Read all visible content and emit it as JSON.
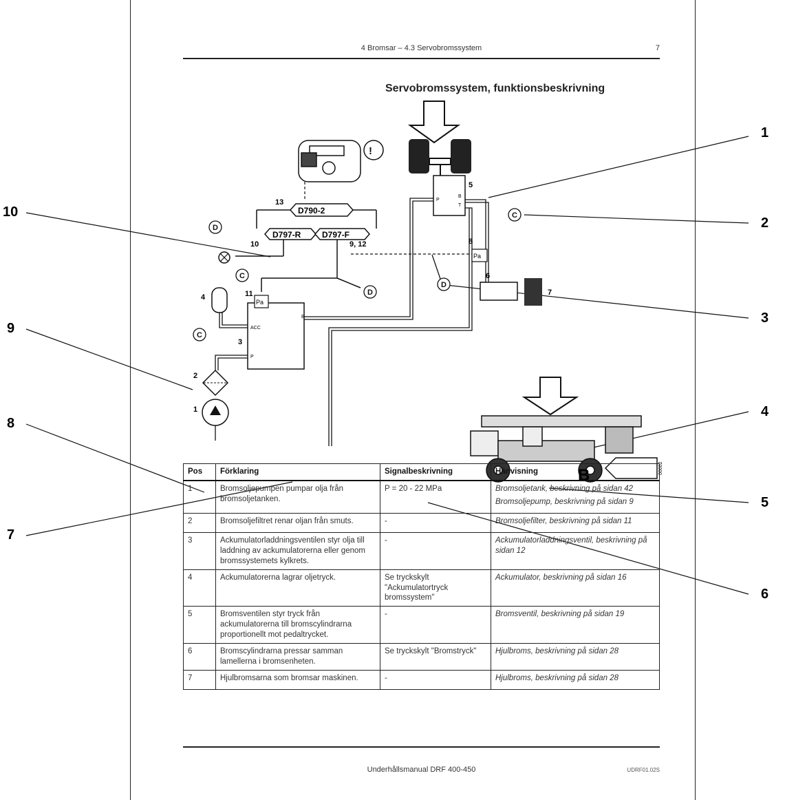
{
  "header": {
    "section": "4 Bromsar – 4.3 Servobromssystem",
    "page": "7"
  },
  "title": "Servobromssystem, funktionsbeskrivning",
  "callouts": [
    "1",
    "2",
    "3",
    "4",
    "5",
    "6",
    "7",
    "8",
    "9",
    "10"
  ],
  "diagram": {
    "components": [
      "D790-2",
      "D797-R",
      "D797-F",
      "13",
      "10",
      "9, 12",
      "11",
      "Pa",
      "Pa",
      "ACC",
      "P",
      "B",
      "P",
      "B",
      "T",
      "3",
      "4",
      "2",
      "1",
      "5",
      "6",
      "7",
      "8",
      "C",
      "C",
      "C",
      "D",
      "D",
      "D",
      "00002"
    ]
  },
  "table": {
    "headers": [
      "Pos",
      "Förklaring",
      "Signalbeskrivning",
      "Hänvisning"
    ],
    "rows": [
      {
        "pos": "1",
        "text": "Bromsoljepumpen pumpar olja från bromsoljetanken.",
        "signal": "P = 20 - 22 MPa",
        "ref": [
          "Bromsoljetank, beskrivning på sidan 42",
          "Bromsoljepump, beskrivning på sidan 9"
        ]
      },
      {
        "pos": "2",
        "text": "Bromsoljefiltret renar oljan från smuts.",
        "signal": "-",
        "ref": [
          "Bromsoljefilter, beskrivning på sidan 11"
        ]
      },
      {
        "pos": "3",
        "text": "Ackumulatorladdningsventilen styr olja till laddning av ackumulatorerna eller genom bromssystemets kylkrets.",
        "signal": "-",
        "ref": [
          "Ackumulatorladdningsventil, beskrivning på sidan 12"
        ]
      },
      {
        "pos": "4",
        "text": "Ackumulatorerna lagrar oljetryck.",
        "signal": "Se tryckskylt \"Ackumulatortryck bromssystem\"",
        "ref": [
          "Ackumulator, beskrivning på sidan 16"
        ]
      },
      {
        "pos": "5",
        "text": "Bromsventilen styr tryck från ackumulatorerna till bromscylindrarna proportionellt mot pedaltrycket.",
        "signal": "-",
        "ref": [
          "Bromsventil, beskrivning på sidan 19"
        ]
      },
      {
        "pos": "6",
        "text": "Bromscylindrarna pressar samman lamellerna i bromsenheten.",
        "signal": "Se tryckskylt \"Bromstryck\"",
        "ref": [
          "Hjulbroms, beskrivning på sidan 28"
        ]
      },
      {
        "pos": "7",
        "text": "Hjulbromsarna som bromsar maskinen.",
        "signal": "-",
        "ref": [
          "Hjulbroms, beskrivning på sidan 28"
        ]
      }
    ]
  },
  "footer": {
    "manual": "Underhållsmanual DRF 400-450",
    "code": "UDRF01.02S"
  },
  "colors": {
    "ink": "#111111",
    "page_border": "#222222"
  }
}
